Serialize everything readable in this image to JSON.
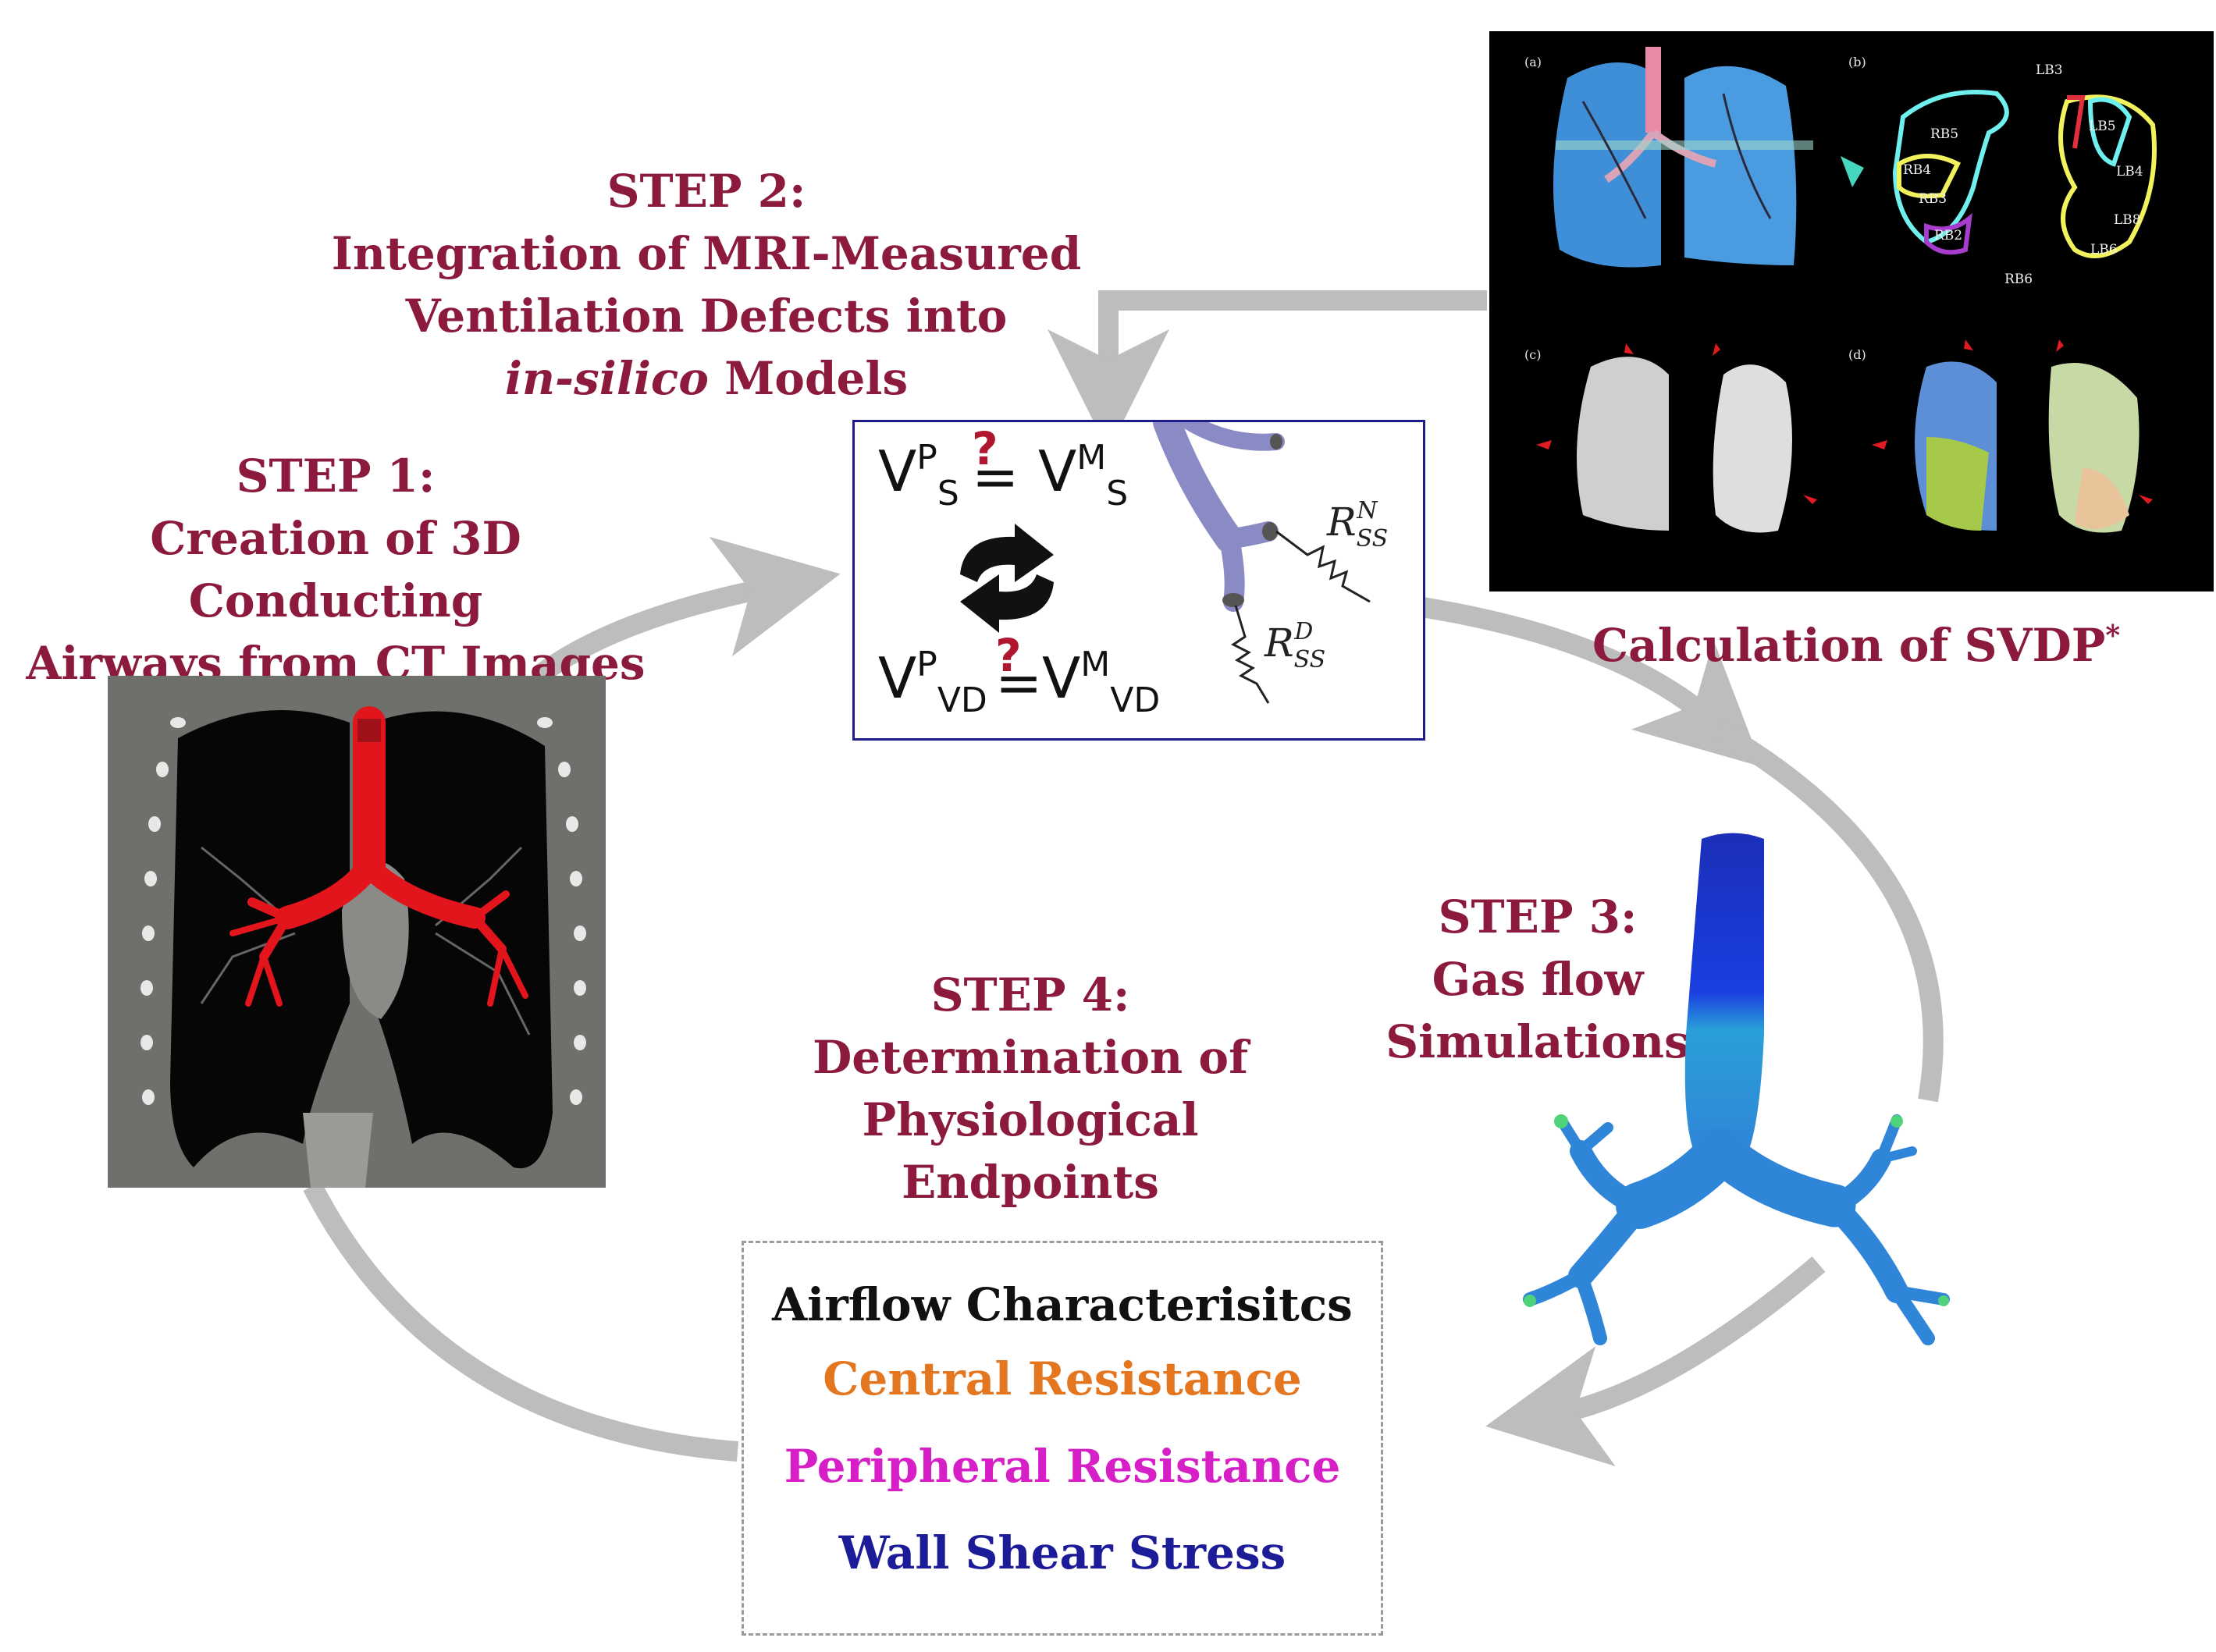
{
  "step1": {
    "title": "STEP 1:",
    "line1": "Creation of 3D Conducting",
    "line2": "Airways from CT Images"
  },
  "step2": {
    "title": "STEP 2:",
    "line1": "Integration of MRI-Measured",
    "line2": "Ventilation Defects into",
    "line3_italic": "in-silico",
    "line3_rest": " Models"
  },
  "step3": {
    "title": "STEP 3:",
    "line1": "Gas flow",
    "line2": "Simulations"
  },
  "step4": {
    "title": "STEP 4:",
    "line1": "Determination of",
    "line2": "Physiological",
    "line3": "Endpoints"
  },
  "svdp": {
    "label": "Calculation of SVDP",
    "mark": "*"
  },
  "equation": {
    "v": "V",
    "sup_p": "P",
    "sup_m": "M",
    "sub_s": "S",
    "sub_vd": "VD",
    "question": "?",
    "r_symbol": "R",
    "r_sub": "SS",
    "r_sup_n": "N",
    "r_sup_d": "D"
  },
  "mri_panel": {
    "panel_labels": [
      "(a)",
      "(b)",
      "(c)",
      "(d)"
    ],
    "segments": [
      "RB5",
      "RB4",
      "RB3",
      "RB2",
      "RB6",
      "LB3",
      "LB5",
      "LB4",
      "LB8",
      "LB6"
    ]
  },
  "endpoints": {
    "items": [
      {
        "text": "Airflow Characterisitcs",
        "color": "#111111"
      },
      {
        "text": "Central Resistance",
        "color": "#e3761f"
      },
      {
        "text": "Peripheral Resistance",
        "color": "#d61fc6"
      },
      {
        "text": "Wall Shear Stress",
        "color": "#1c1c99"
      }
    ]
  },
  "colors": {
    "step_text": "#8b1a3c",
    "arrow": "#bdbdbd",
    "eq_border": "#1d1d8a",
    "airway_red": "#e2141c",
    "airway_blue": "#2f86d8"
  }
}
